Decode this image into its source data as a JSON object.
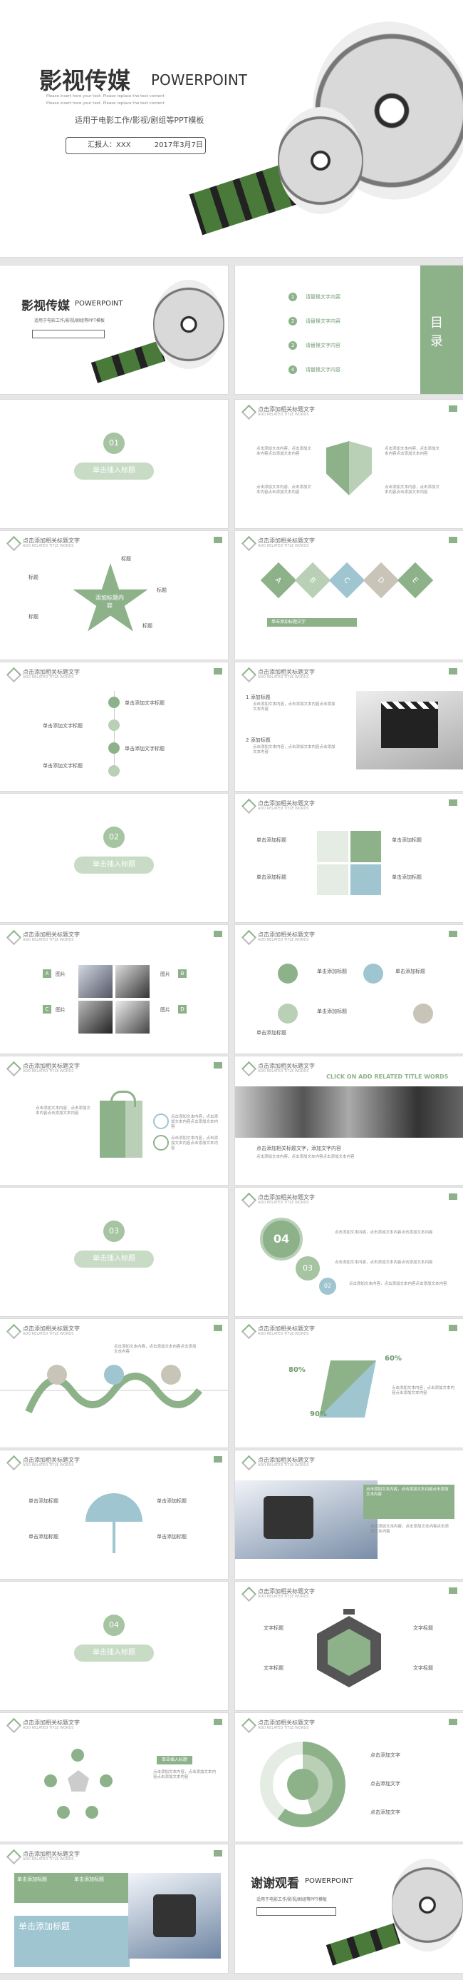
{
  "cover": {
    "title": "影视传媒",
    "title_en": "POWERPOINT",
    "desc1": "Please insert here your text. Please replace the text content",
    "desc2": "Please insert here your text. Please replace the text content",
    "subtitle": "适用于电影工作/影视/剧组等PPT模板",
    "reporter": "汇报人：XXX",
    "date": "2017年3月7日"
  },
  "toc": {
    "title": "目录",
    "items": [
      "请替换文字内容",
      "请替换文字内容",
      "请替换文字内容",
      "请替换文字内容"
    ],
    "nums": [
      "1",
      "2",
      "3",
      "4"
    ]
  },
  "mini_cover": {
    "title": "影视传媒",
    "title_en": "POWERPOINT",
    "subtitle": "适用于电影工作/影视/剧组等PPT模板"
  },
  "header": {
    "title": "点击添加相关标题文字",
    "sub": "ADD RELATED TITLE WORDS"
  },
  "section": {
    "label": "单击插入标题",
    "nums": [
      "01",
      "02",
      "03",
      "04"
    ]
  },
  "star": {
    "center": "添加标题内容",
    "items": [
      "标题",
      "标题",
      "标题",
      "标题",
      "标题"
    ]
  },
  "letters": [
    "A",
    "B",
    "C",
    "D",
    "E"
  ],
  "bar_caption": "单击添加标题文字",
  "timeline": {
    "items": [
      "单击添加文字标题",
      "单击添加文字标题",
      "单击添加文字标题"
    ],
    "side": "单击添加文字标题"
  },
  "numlist": {
    "items": [
      "1 添加标题",
      "2 添加标题"
    ]
  },
  "puzzle_labels": [
    "单击添加标题",
    "单击添加标题",
    "单击添加标题",
    "单击添加标题"
  ],
  "photo_labels": [
    "A",
    "B",
    "C",
    "D",
    "图片",
    "图片",
    "图片",
    "图片"
  ],
  "icons_labels": [
    "单击添加标题",
    "单击添加标题",
    "单击添加标题",
    "单击添加标题"
  ],
  "banner": "CLICK ON ADD RELATED TITLE WORDS",
  "banner_sub": "点击添加相关标题文字，添加文字内容",
  "steps": [
    "04",
    "03",
    "02"
  ],
  "percent": [
    "80%",
    "60%",
    "90%"
  ],
  "umbrella_labels": [
    "单击添加标题",
    "单击添加标题",
    "单击添加标题",
    "单击添加标题"
  ],
  "hex_labels": [
    "文字标题",
    "文字标题",
    "文字标题",
    "文字标题"
  ],
  "donut_labels": [
    "点击添加文字",
    "点击添加文字",
    "点击添加文字"
  ],
  "last_boxes": [
    "单击添加标题",
    "单击添加标题",
    "单击添加标题"
  ],
  "end": {
    "title": "谢谢观看",
    "title_en": "POWERPOINT",
    "subtitle": "适用于电影工作/影视/剧组等PPT模板"
  },
  "placeholder": "点击添加文本内容，点击添加文本内容点击添加文本内容"
}
